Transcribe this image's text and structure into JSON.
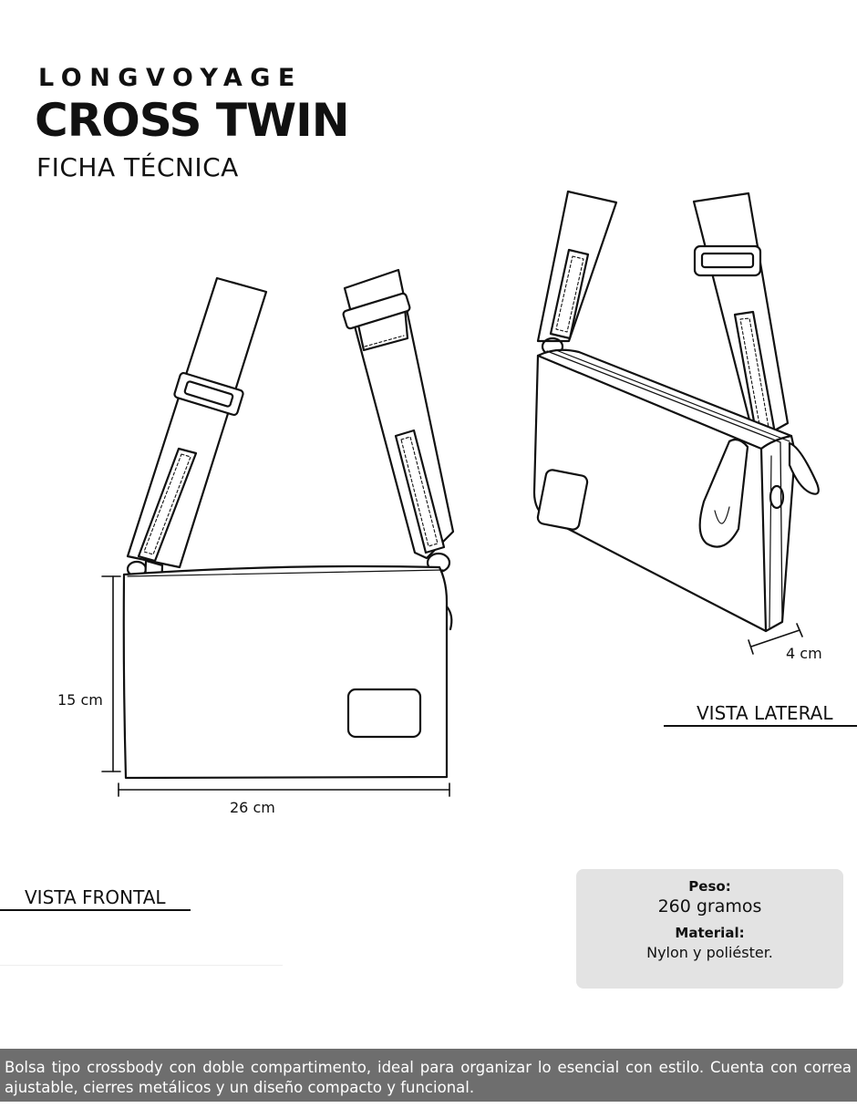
{
  "header": {
    "brand": "LONGVOYAGE",
    "product": "CROSS TWIN",
    "subtitle": "FICHA TÉCNICA"
  },
  "dimensions": {
    "height": "15 cm",
    "width": "26 cm",
    "depth": "4 cm"
  },
  "views": {
    "front": "VISTA FRONTAL",
    "side": "VISTA LATERAL"
  },
  "specs": {
    "weight_label": "Peso:",
    "weight_value": "260 gramos",
    "material_label": "Material:",
    "material_value": "Nylon y poliéster."
  },
  "footer": {
    "description": "Bolsa tipo crossbody con doble compartimento, ideal para organizar lo esencial con estilo. Cuenta con correa ajustable, cierres metálicos y un diseño compacto y funcional."
  },
  "colors": {
    "text": "#111111",
    "specs_box": "#e3e3e3",
    "footer_bg": "#6e6e6e",
    "footer_text": "#ffffff"
  }
}
